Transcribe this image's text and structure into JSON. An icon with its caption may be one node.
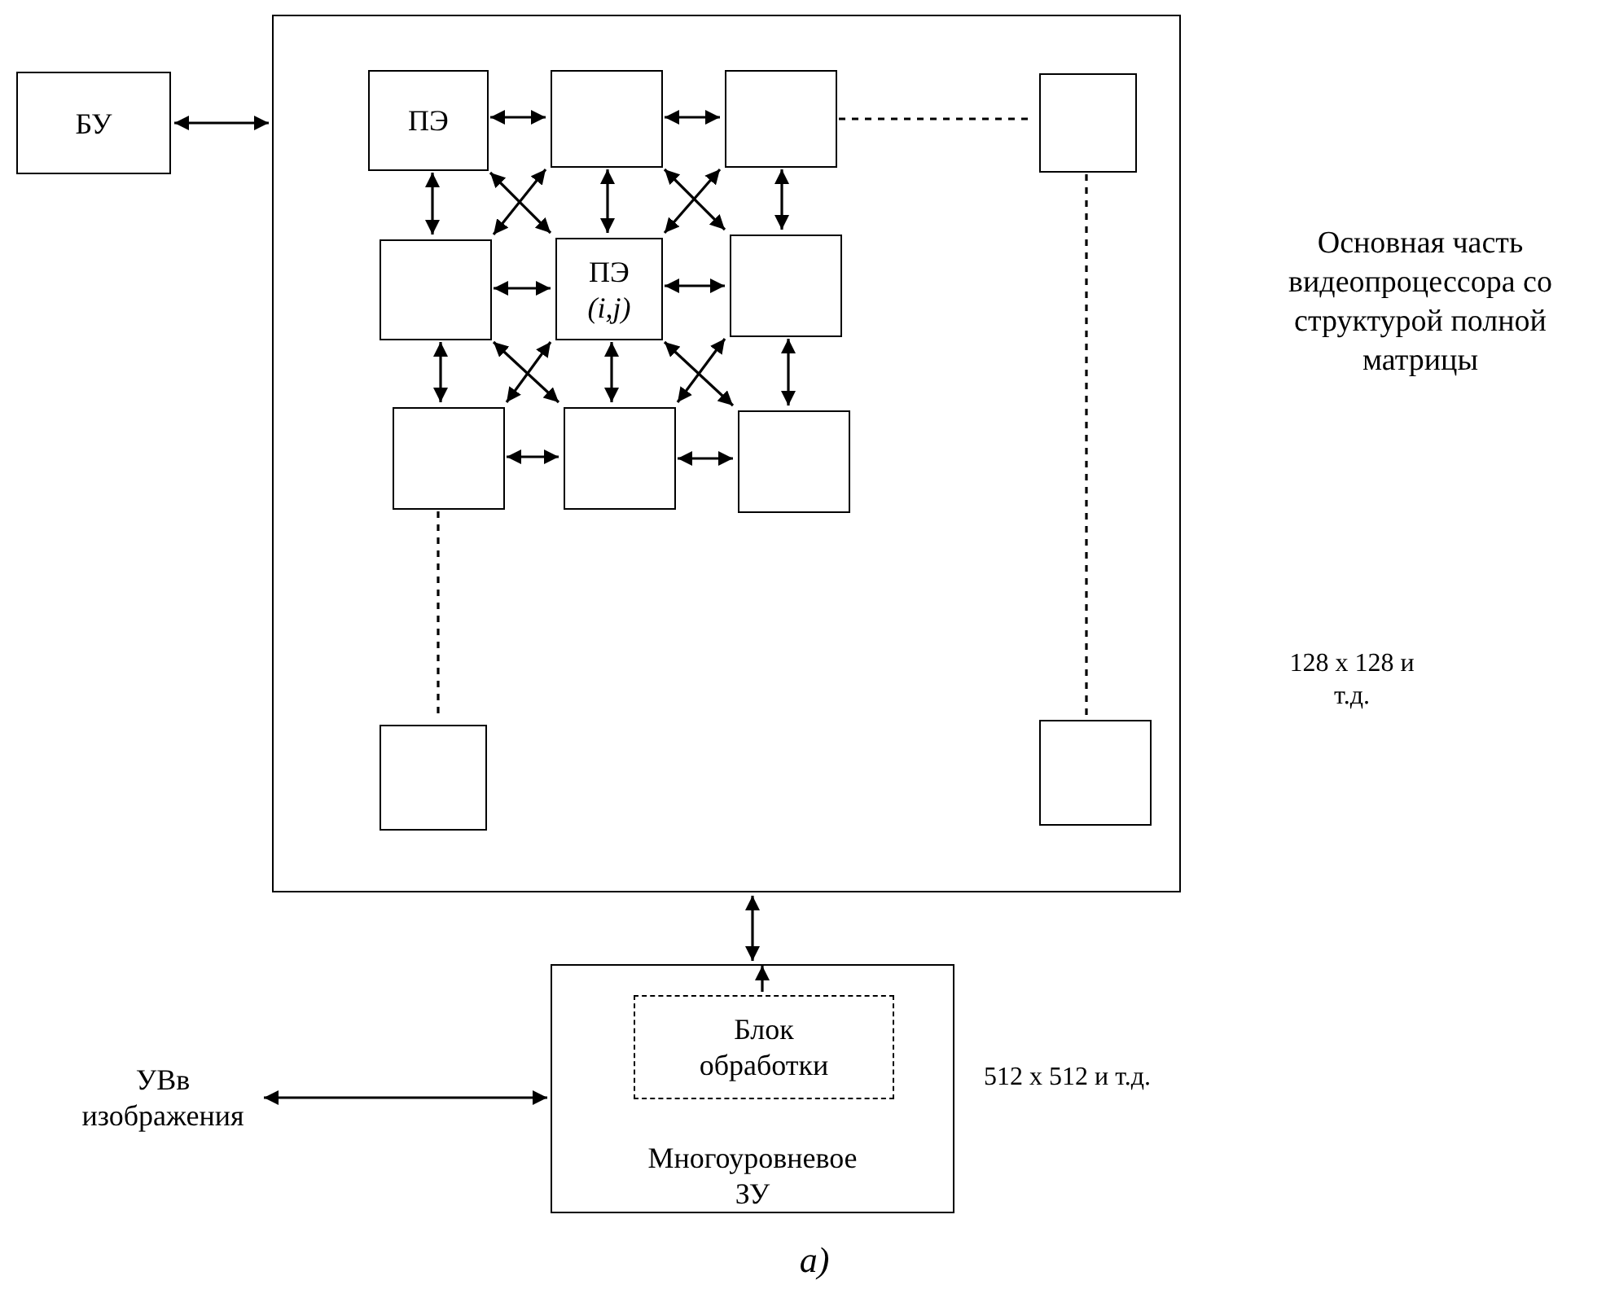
{
  "diagram": {
    "caption": "а)",
    "nodes": [
      {
        "text": [
          "БУ"
        ]
      },
      {
        "text": [],
        "shape": "box"
      },
      {
        "text": [
          "ПЭ"
        ],
        "in": 1
      },
      {
        "text": [],
        "shape": "box",
        "in": 1
      },
      {
        "text": [],
        "shape": "box",
        "in": 1
      },
      {
        "text": [],
        "shape": "box",
        "in": 1
      },
      {
        "text": [],
        "shape": "box",
        "in": 1
      },
      {
        "text": [
          "ПЭ",
          "(i,j)"
        ],
        "in": 1
      },
      {
        "text": [],
        "shape": "box",
        "in": 1
      },
      {
        "text": [],
        "shape": "box",
        "in": 1
      },
      {
        "text": [],
        "shape": "box",
        "in": 1
      },
      {
        "text": [],
        "shape": "box",
        "in": 1
      },
      {
        "text": [],
        "shape": "box",
        "in": 1
      },
      {
        "text": [],
        "shape": "box",
        "in": 1
      },
      {
        "text": [
          "Многоуровневое ЗУ"
        ]
      },
      {
        "text": [
          "Блок обработки"
        ],
        "in": 14
      },
      {
        "text": [
          "УВв изображения"
        ]
      }
    ],
    "edges": [
      {
        "from": 0,
        "to": 1,
        "arrow": "both"
      },
      {
        "from": 2,
        "to": 3,
        "arrow": "both"
      },
      {
        "from": 3,
        "to": 4,
        "arrow": "both"
      },
      {
        "from": 4,
        "to": 5,
        "arrow": "none",
        "style": "dashed"
      },
      {
        "from": 2,
        "to": 6,
        "arrow": "both"
      },
      {
        "from": 2,
        "to": 7,
        "arrow": "both"
      },
      {
        "from": 3,
        "to": 6,
        "arrow": "both"
      },
      {
        "from": 3,
        "to": 7,
        "arrow": "both"
      },
      {
        "from": 3,
        "to": 8,
        "arrow": "both"
      },
      {
        "from": 4,
        "to": 7,
        "arrow": "both"
      },
      {
        "from": 4,
        "to": 8,
        "arrow": "both"
      },
      {
        "from": 6,
        "to": 7,
        "arrow": "both"
      },
      {
        "from": 7,
        "to": 8,
        "arrow": "both"
      },
      {
        "from": 6,
        "to": 9,
        "arrow": "both"
      },
      {
        "from": 6,
        "to": 10,
        "arrow": "both"
      },
      {
        "from": 7,
        "to": 9,
        "arrow": "both"
      },
      {
        "from": 7,
        "to": 10,
        "arrow": "both"
      },
      {
        "from": 7,
        "to": 11,
        "arrow": "both"
      },
      {
        "from": 8,
        "to": 10,
        "arrow": "both"
      },
      {
        "from": 8,
        "to": 11,
        "arrow": "both"
      },
      {
        "from": 9,
        "to": 10,
        "arrow": "both"
      },
      {
        "from": 10,
        "to": 11,
        "arrow": "both"
      },
      {
        "from": 9,
        "to": 12,
        "arrow": "none",
        "style": "dashed"
      },
      {
        "from": 5,
        "to": 13,
        "arrow": "none",
        "style": "dashed"
      },
      {
        "from": 1,
        "to": 14,
        "arrow": "both"
      },
      {
        "from": 15,
        "to": 14,
        "arrow": "to"
      },
      {
        "from": 16,
        "to": 14,
        "arrow": "both"
      }
    ],
    "labels": [
      "Основная часть видеопроцессора со структурой полной матрицы",
      "128 x 128 и т.д.",
      "512 x 512 и т.д."
    ]
  }
}
